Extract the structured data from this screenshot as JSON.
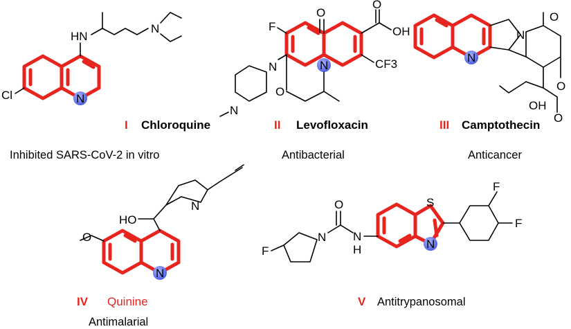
{
  "colors": {
    "accent": "#e8241f",
    "nitrogen_ball": "#5b6ee8"
  },
  "compounds": [
    {
      "numeral": "I",
      "name": "Chloroquine",
      "activity": "Inhibited SARS-CoV-2 in vitro"
    },
    {
      "numeral": "II",
      "name": "Levofloxacin",
      "activity": "Antibacterial"
    },
    {
      "numeral": "III",
      "name": "Camptothecin",
      "activity": "Anticancer"
    },
    {
      "numeral": "IV",
      "name": "Quinine",
      "activity": "Antimalarial"
    },
    {
      "numeral": "V",
      "name": "",
      "activity": "Antitrypanosomal"
    }
  ],
  "atoms": {
    "hn": "HN",
    "n": "N",
    "cl": "Cl",
    "f": "F",
    "o": "O",
    "oh": "OH",
    "cf3": "CF3",
    "ho": "HO",
    "s": "S",
    "h": "H"
  }
}
